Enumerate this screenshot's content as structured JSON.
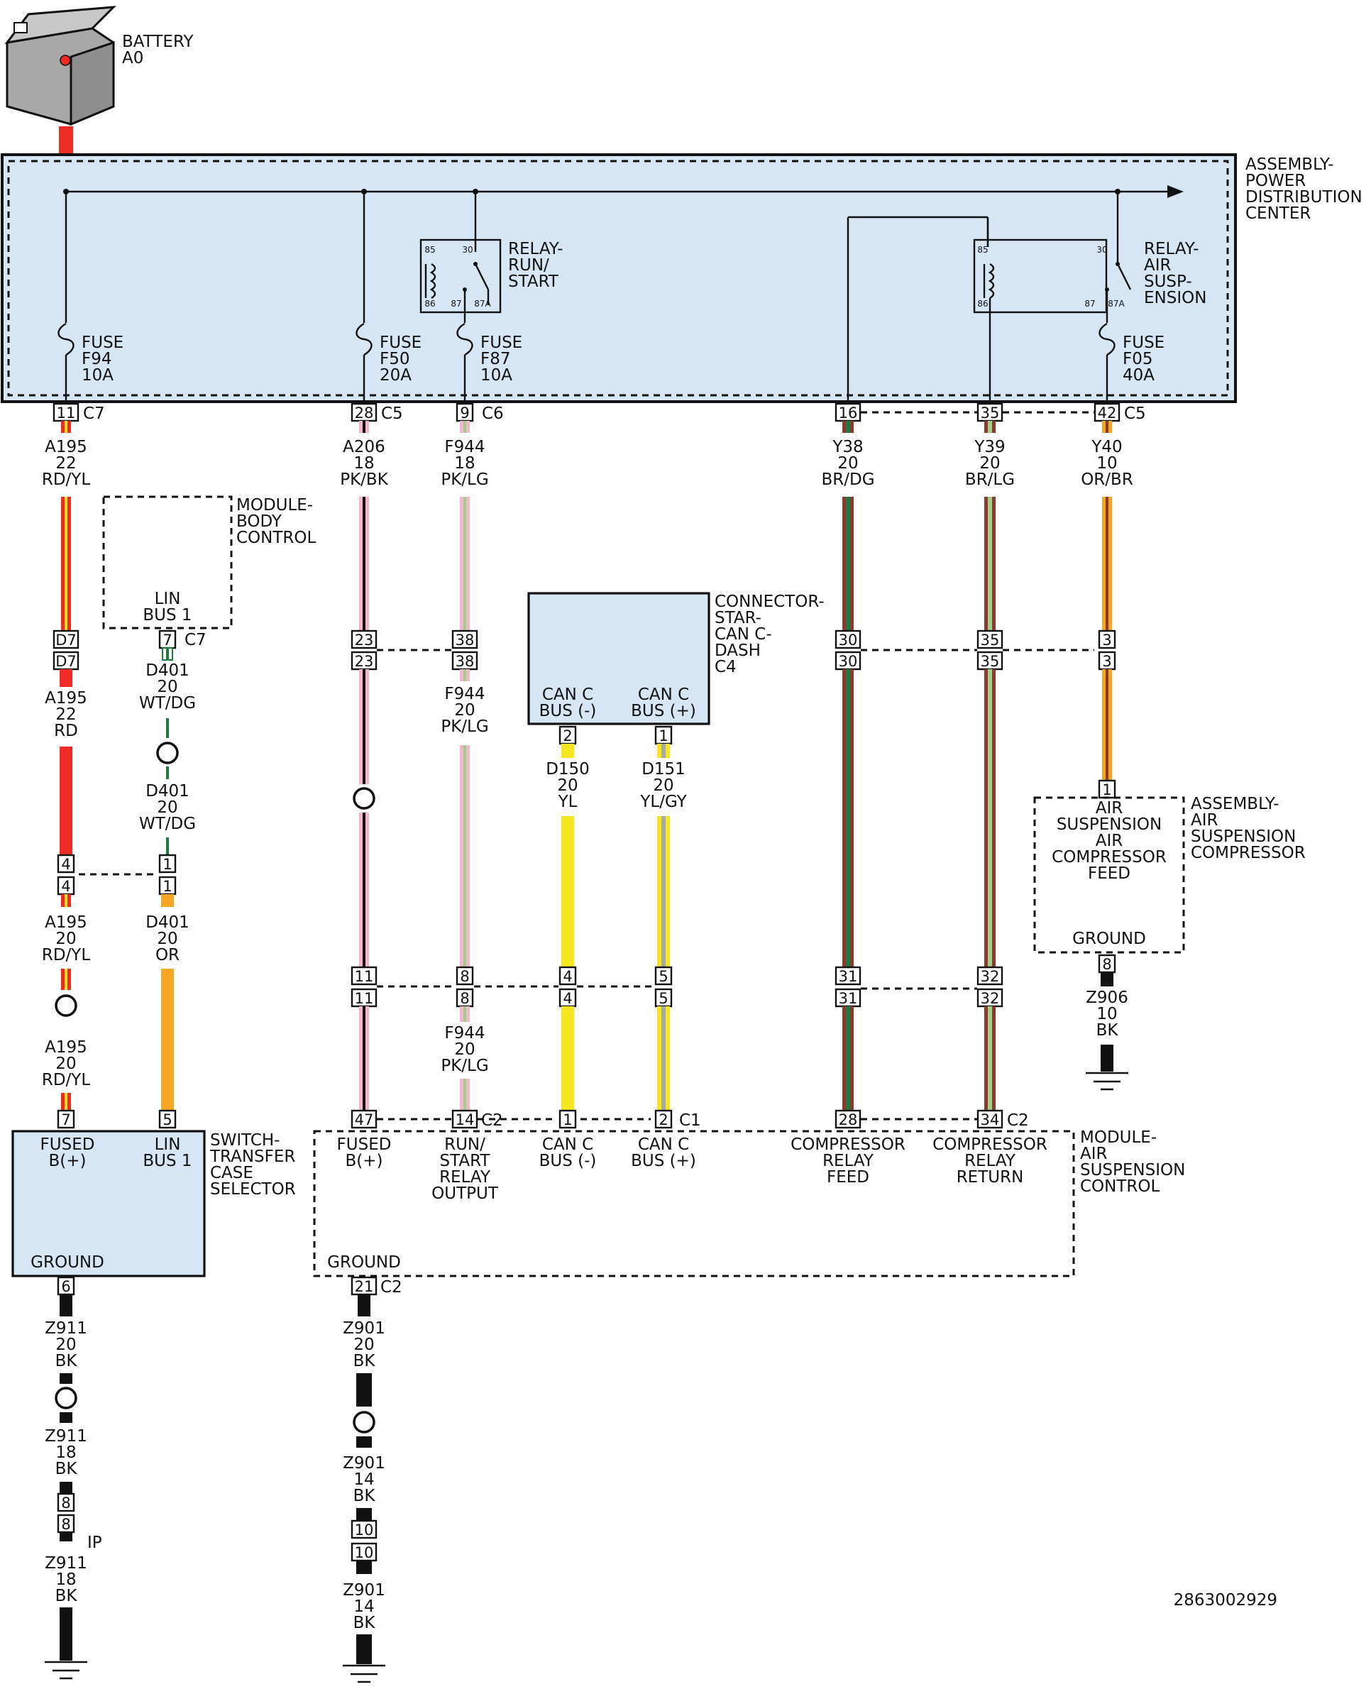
{
  "colors": {
    "box_fill": "#d6e6f5",
    "red": "#ee2b24",
    "yellow": "#f5e61d",
    "pink": "#f4b6c8",
    "light_green": "#9fd08a",
    "dark_green": "#1f7a3c",
    "brown": "#8b3a2e",
    "orange": "#f5a623",
    "black": "#111111",
    "white": "#ffffff",
    "gray": "#a8a8a8"
  },
  "battery": {
    "name": "BATTERY",
    "id": "A0"
  },
  "pdc": {
    "title": [
      "ASSEMBLY-",
      "POWER",
      "DISTRIBUTION",
      "CENTER"
    ],
    "relay_run": {
      "label": [
        "RELAY-",
        "RUN/",
        "START"
      ],
      "pins": [
        "85",
        "30",
        "86",
        "87",
        "87A"
      ]
    },
    "relay_air": {
      "label": [
        "RELAY-",
        "AIR",
        "SUSP-",
        "ENSION"
      ],
      "pins": [
        "85",
        "30",
        "86",
        "87",
        "87A"
      ]
    },
    "fuses": [
      {
        "label": [
          "FUSE",
          "F94",
          "10A"
        ]
      },
      {
        "label": [
          "FUSE",
          "F50",
          "20A"
        ]
      },
      {
        "label": [
          "FUSE",
          "F87",
          "10A"
        ]
      },
      {
        "label": [
          "FUSE",
          "F05",
          "40A"
        ]
      }
    ]
  },
  "pdc_pins": [
    {
      "pin": "11",
      "conn": "C7"
    },
    {
      "pin": "28",
      "conn": "C5"
    },
    {
      "pin": "9",
      "conn": "C6"
    },
    {
      "pin": "16",
      "conn": ""
    },
    {
      "pin": "35",
      "conn": ""
    },
    {
      "pin": "42",
      "conn": "C5"
    }
  ],
  "wires_top": [
    [
      "A195",
      "22",
      "RD/YL"
    ],
    [
      "A206",
      "18",
      "PK/BK"
    ],
    [
      "F944",
      "18",
      "PK/LG"
    ],
    [
      "Y38",
      "20",
      "BR/DG"
    ],
    [
      "Y39",
      "20",
      "BR/LG"
    ],
    [
      "Y40",
      "10",
      "OR/BR"
    ]
  ],
  "bcm": {
    "title": [
      "MODULE-",
      "BODY",
      "CONTROL"
    ],
    "port": [
      "LIN",
      "BUS 1"
    ],
    "pin": "7",
    "conn": "C7"
  },
  "star": {
    "title": [
      "CONNECTOR-",
      "STAR-",
      "CAN C-",
      "DASH",
      "C4"
    ],
    "ports": [
      [
        "CAN C",
        "BUS (-)"
      ],
      [
        "CAN C",
        "BUS (+)"
      ]
    ],
    "pins": [
      "2",
      "1"
    ]
  },
  "compressor": {
    "title": [
      "ASSEMBLY-",
      "AIR",
      "SUSPENSION",
      "COMPRESSOR"
    ],
    "port": [
      "AIR",
      "SUSPENSION",
      "AIR",
      "COMPRESSOR",
      "FEED"
    ],
    "ground": "GROUND",
    "pin_top": "1",
    "pin_bottom": "8",
    "wire": [
      "Z906",
      "10",
      "BK"
    ]
  },
  "inline1": {
    "a195_left": [
      "D7",
      "D7"
    ],
    "pk_bk": [
      "23",
      "23"
    ],
    "pk_lg": [
      "38",
      "38"
    ],
    "br_dg": [
      "30",
      "30"
    ],
    "br_lg": [
      "35",
      "35"
    ],
    "or_br": [
      "3",
      "3"
    ]
  },
  "wires_mid": {
    "a195_rd": [
      "A195",
      "22",
      "RD"
    ],
    "d401_a": [
      "D401",
      "20",
      "WT/DG"
    ],
    "d401_b": [
      "D401",
      "20",
      "WT/DG"
    ],
    "f944_mid": [
      "F944",
      "20",
      "PK/LG"
    ],
    "d150": [
      "D150",
      "20",
      "YL"
    ],
    "d151": [
      "D151",
      "20",
      "YL/GY"
    ]
  },
  "inline2": {
    "left": [
      "4",
      "4"
    ],
    "d401": [
      "1",
      "1"
    ]
  },
  "wires_mid2": {
    "a195_a": [
      "A195",
      "20",
      "RD/YL"
    ],
    "d401_or": [
      "D401",
      "20",
      "OR"
    ],
    "a195_b": [
      "A195",
      "20",
      "RD/YL"
    ]
  },
  "inline3": {
    "pk_bk": [
      "11",
      "11"
    ],
    "pk_lg": [
      "8",
      "8"
    ],
    "yl": [
      "4",
      "4"
    ],
    "yl_gy": [
      "5",
      "5"
    ],
    "br_dg": [
      "31",
      "31"
    ],
    "br_lg": [
      "32",
      "32"
    ]
  },
  "f944_low": [
    "F944",
    "20",
    "PK/LG"
  ],
  "transfer": {
    "title": [
      "SWITCH-",
      "TRANSFER",
      "CASE",
      "SELECTOR"
    ],
    "ports": [
      [
        "FUSED",
        "B(+)"
      ],
      [
        "LIN",
        "BUS 1"
      ]
    ],
    "ground": "GROUND",
    "pins_top": [
      "7",
      "5"
    ],
    "pin_bottom": "6"
  },
  "asc": {
    "title": [
      "MODULE-",
      "AIR",
      "SUSPENSION",
      "CONTROL"
    ],
    "ports": [
      [
        "FUSED",
        "B(+)"
      ],
      [
        "RUN/",
        "START",
        "RELAY",
        "OUTPUT"
      ],
      [
        "CAN C",
        "BUS (-)"
      ],
      [
        "CAN C",
        "BUS (+)"
      ],
      [
        "COMPRESSOR",
        "RELAY",
        "FEED"
      ],
      [
        "COMPRESSOR",
        "RELAY",
        "RETURN"
      ]
    ],
    "pins_top": [
      "47",
      "14",
      "1",
      "2",
      "28",
      "34"
    ],
    "conn_c2": "C2",
    "conn_c1": "C1",
    "ground": "GROUND",
    "pin_bottom": "21",
    "pin_bottom_conn": "C2"
  },
  "ground_left": {
    "w1": [
      "Z911",
      "20",
      "BK"
    ],
    "w2": [
      "Z911",
      "18",
      "BK"
    ],
    "inline": [
      "8",
      "8"
    ],
    "inline_conn": "IP",
    "w3": [
      "Z911",
      "18",
      "BK"
    ]
  },
  "ground_mid": {
    "w1": [
      "Z901",
      "20",
      "BK"
    ],
    "w2": [
      "Z901",
      "14",
      "BK"
    ],
    "inline": [
      "10",
      "10"
    ],
    "w3": [
      "Z901",
      "14",
      "BK"
    ]
  },
  "diagram_id": "2863002929"
}
